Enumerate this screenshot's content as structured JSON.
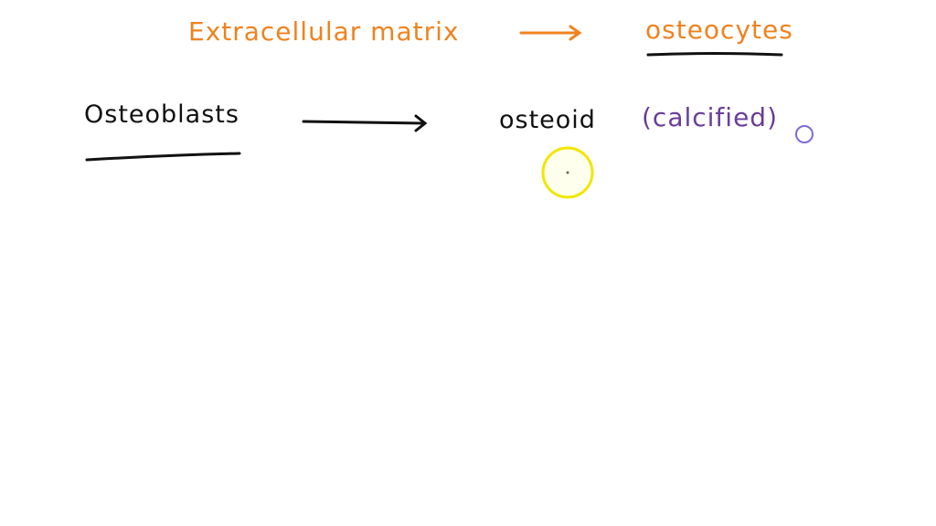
{
  "line1": {
    "left": "Extracellular  matrix",
    "right": "osteocytes"
  },
  "line2": {
    "left": "Osteoblasts",
    "middle": "osteoid",
    "note": "(calcified)"
  },
  "colors": {
    "orange": "#f0821e",
    "black": "#111111",
    "purple": "#6a3d9a",
    "cursor": "#f2e600"
  }
}
